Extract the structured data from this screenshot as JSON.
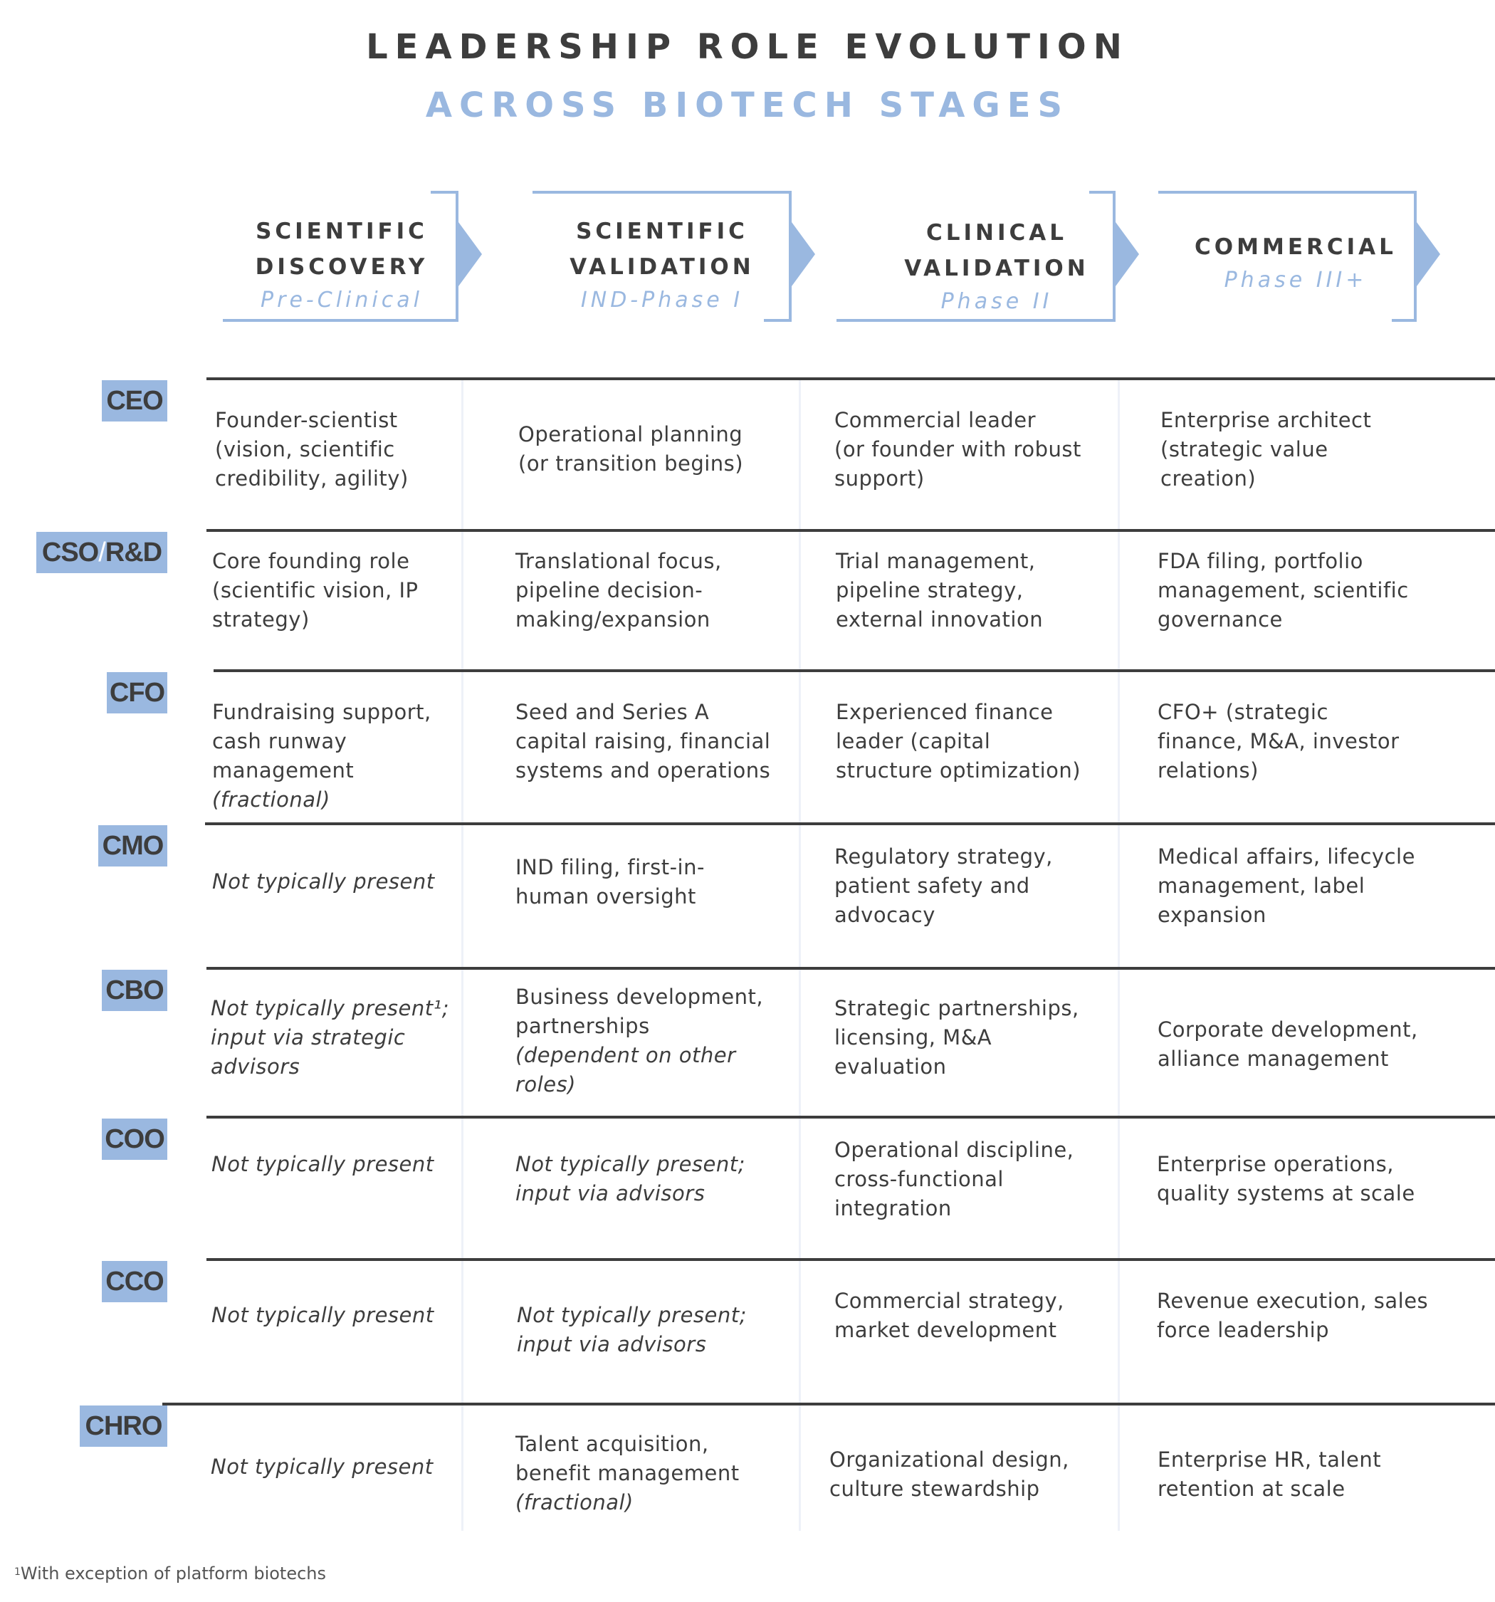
{
  "title": {
    "line1": "LEADERSHIP ROLE EVOLUTION",
    "line2": "ACROSS BIOTECH STAGES"
  },
  "colors": {
    "accent_blue": "#9ab8e0",
    "text_dark": "#3d3d3d",
    "row_rule": "#3d3d3d",
    "column_rule": "#eef1f8"
  },
  "stages": [
    {
      "name_line1": "SCIENTIFIC",
      "name_line2": "DISCOVERY",
      "phase": "Pre-Clinical",
      "icon": "arrow-right-icon"
    },
    {
      "name_line1": "SCIENTIFIC",
      "name_line2": "VALIDATION",
      "phase": "IND-Phase I",
      "icon": "arrow-right-icon"
    },
    {
      "name_line1": "CLINICAL",
      "name_line2": "VALIDATION",
      "phase": "Phase II",
      "icon": "arrow-right-icon"
    },
    {
      "name_line1": "COMMERCIAL",
      "name_line2": "",
      "phase": "Phase III+",
      "icon": "arrow-right-icon"
    }
  ],
  "roles": [
    {
      "label": "CEO",
      "cells": [
        {
          "text": "Founder-scientist\n(vision, scientific\ncredibility, agility)",
          "italic": ""
        },
        {
          "text": "Operational planning\n(or transition begins)",
          "italic": ""
        },
        {
          "text": "Commercial leader\n(or founder with robust\nsupport)",
          "italic": ""
        },
        {
          "text": "Enterprise architect\n(strategic value\ncreation)",
          "italic": ""
        }
      ]
    },
    {
      "label_part1": "CSO",
      "label_sep": "/",
      "label_part2": "R&D",
      "label": "CSO/R&D",
      "cells": [
        {
          "text": "Core founding role\n(scientific vision, IP\nstrategy)",
          "italic": ""
        },
        {
          "text": "Translational focus,\npipeline decision-\nmaking/expansion",
          "italic": ""
        },
        {
          "text": "Trial management,\npipeline strategy,\nexternal innovation",
          "italic": ""
        },
        {
          "text": "FDA filing, portfolio\nmanagement, scientific\ngovernance",
          "italic": ""
        }
      ]
    },
    {
      "label": "CFO",
      "cells": [
        {
          "text": "Fundraising support,\ncash runway\nmanagement\n",
          "italic": "(fractional)"
        },
        {
          "text": "Seed and Series A\ncapital raising, financial\nsystems and operations",
          "italic": ""
        },
        {
          "text": "Experienced finance\nleader (capital\nstructure optimization)",
          "italic": ""
        },
        {
          "text": "CFO+ (strategic\nfinance, M&A, investor\nrelations)",
          "italic": ""
        }
      ]
    },
    {
      "label": "CMO",
      "cells": [
        {
          "text": "",
          "italic": "Not typically present"
        },
        {
          "text": "IND filing, first-in-\nhuman oversight",
          "italic": ""
        },
        {
          "text": "Regulatory strategy,\npatient safety and\nadvocacy",
          "italic": ""
        },
        {
          "text": "Medical affairs, lifecycle\nmanagement, label\nexpansion",
          "italic": ""
        }
      ]
    },
    {
      "label": "CBO",
      "cells": [
        {
          "text": "",
          "italic": "Not typically present¹;\ninput via strategic\nadvisors"
        },
        {
          "text": "Business development,\npartnerships\n",
          "italic": "(dependent on other\nroles)"
        },
        {
          "text": "Strategic partnerships,\nlicensing, M&A\nevaluation",
          "italic": ""
        },
        {
          "text": "Corporate development,\nalliance management",
          "italic": ""
        }
      ]
    },
    {
      "label": "COO",
      "cells": [
        {
          "text": "",
          "italic": "Not typically present"
        },
        {
          "text": "",
          "italic": "Not typically present;\ninput via advisors"
        },
        {
          "text": "Operational discipline,\ncross-functional\nintegration",
          "italic": ""
        },
        {
          "text": "Enterprise operations,\nquality systems at scale",
          "italic": ""
        }
      ]
    },
    {
      "label": "CCO",
      "cells": [
        {
          "text": "",
          "italic": "Not typically present"
        },
        {
          "text": "",
          "italic": "Not typically present;\ninput via advisors"
        },
        {
          "text": "Commercial strategy,\nmarket development",
          "italic": ""
        },
        {
          "text": "Revenue execution, sales\nforce leadership",
          "italic": ""
        }
      ]
    },
    {
      "label": "CHRO",
      "cells": [
        {
          "text": "",
          "italic": "Not typically present"
        },
        {
          "text": "Talent acquisition,\nbenefit management\n",
          "italic": "(fractional)"
        },
        {
          "text": "Organizational design,\nculture stewardship",
          "italic": ""
        },
        {
          "text": "Enterprise HR, talent\nretention at scale",
          "italic": ""
        }
      ]
    }
  ],
  "footnote": {
    "marker": "1",
    "text": "With exception of platform biotechs"
  }
}
